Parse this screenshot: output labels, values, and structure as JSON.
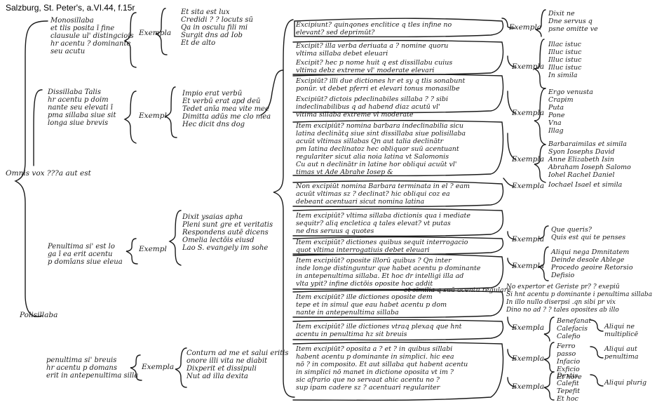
{
  "caption": "Salzburg, St. Peter's, a.VI.44, f.15r",
  "root": "Omnis vox ???a aut est",
  "monosyllaba": "Monosillaba\net tlis posita ī fine\nclausule ul' distingciois\nhr acentu ? dominante\nseu acutu",
  "monosyllaba_examples": "Et sita est lux\nCredidi ? ? locuts sū\nQa in osculu fili mi\nSurgit dns ad Iob\nEt de alto",
  "exemplum": "Exempla",
  "exempl": "Exempl",
  "disyllaba": "Dissillaba Talis\nhr acentu p doim\nnante seu elevati ī\npma sillaba siue sit\nlonga siue brevis",
  "disyllaba_examples": "Impio erat verbū\nEt verbū erat apd deū\nTedet anīa mea vite mee\nDimitta adūs me clo mea\nHec dicit dns dog",
  "penultima_longa": "Penultima si' est lo\nga ī ea erit acentu\np domīans siue eleua",
  "penultima_longa_examples": "Dixit ysaias apha\nPleni sunt gre et veritatis\nRespondens autē dicens\nOmelia lectōis eiusd\nLao S. evangely im sohe",
  "polisillaba": "Polisillaba",
  "penultima_brevis": "penultima si' breuis\nhr acentu p domans\nerit in antepenultima silla",
  "penultima_brevis_examples": "Conturn ad me et salui eritis\nonore illi vita ne diabit\nDixperit et dissipuli\nNut ad illa dexita",
  "exceptions": [
    "Excipiunt? quinqones enclitice q tles infine no\nelevant? sed deprimūt?",
    "Excipit? illa verba deriuata a ? nomine quoru\nvltima sillaba debet eleuari",
    "Excipit? hec p nome huit q est dissillabu cuius\nvltima debz extreme vl' moderate elevari",
    "Excipiūt? illi due dictiones hr et sy q tlis sonabunt\nponūr. vt debet pferri et elevari tonus monasilbe",
    "Excipiūt? dictois pdeclinabiles sillaba ? ? sibi\nindeclinabilibus q ad habend diaz acutū vl'\nvltima sillaba extreme vl moderate",
    "Item excipiūt? nomina barbara indeclinabilia sicu\nlatina declinātq siue sint dissillaba siue polisillaba\nacuūt vltimas sillabas Qn aut talia declinātr\npm latina declinatoz hec obliquor suū acentuant\nregulariter sicut alia noia latina vt Salomonis\nCu aut n declinātr in latine hor obliqui acuūt vl'\ntimas vt Ade Abrahe Iosep &",
    "Non excipiūt nomina Barbara terminata in el ? eam\nacuūt vltimas sz ? declinat? hic obliqui coz ea\ndebeant acentuari sicut nomina latina",
    "Item excipiūt? vltima sillaba dictionis qua i mediate\nsequitr? aliq encletica q tales elevat? vt putas\nne dns seruus q quotes",
    "Item excipiūt? dictiones quibus sequit interrogacio\nquot vltima interrogatiuis debet eleuari",
    "Item excipiūt? oposite illorū quibus ? Qn inter\ninde longe distinguntur que habet acentu p dominante\nin antepenultima sillaba. Et hoc dr intelligi illa ad\nvlta ypit? infine dictōis oposite hoc addit",
    "et sīmilia q suā acentu regulare",
    "Item excipiūt? ille dictiones oposite dem\ntepe et in simul que eau habet acentu p dom\nnante in antepenultima sillaba",
    "Item excipiūt? ille dictiones vtraq plexaq que hnt\nacentu in penultima hz sit breuis",
    "Item excipiūt? oposita a ? et ? in quibus sillabi\nhabent acentu p dominante in simplici. hic eea\nnō ? in composito. Et aut sillaba qut habent acentu\nin simplici nō manet in dictione oposita vt im ?\nsic afrario que no servaat ahic acentu no ?\nsup ipam cadere sz ? acentuari regulariter"
  ],
  "exceptions_examples": [
    "Dixit ne\nDne servus q\npsne omitte ve",
    "Illac istuc\nIlluc istuc\nIlluc istuc\nIlluc istuc\nIn simila",
    "Ergo venusta\nCrapim\nPuta\nPone\nVna\nIllag",
    "Barbaraimilas et simila\nSyon Iosephs David\nAnne Elizabeth Isin\nAbraham Ioseph Salomo\nIohel Rachel Daniel",
    "Iochael Isael et simila",
    "Que queris?\nQuis est qui te penses",
    "Aliqui nega Dmnitatem\nDeinde desole Ablege\nProcedo geoire Retorsio\nDefisio",
    "No expertor et Geriste pr? ? exepiū\nSi hnt acentu p dominante i penultima sillaba\nIn illo nullo diserpsi .qn sibi pr vix\nDino no ad ? ? tales oposites ab illo",
    "Benefanat\nCalefacis\nCalefio",
    "Aliqui ne\nmultiplicē",
    "Ferro\npasso\nInfacio\nExficio\nEt hore",
    "Aliqui aut\npenultima",
    "Dextis\nCalefit\nTepefit\nEt hoc",
    "Aliqui plurig"
  ]
}
